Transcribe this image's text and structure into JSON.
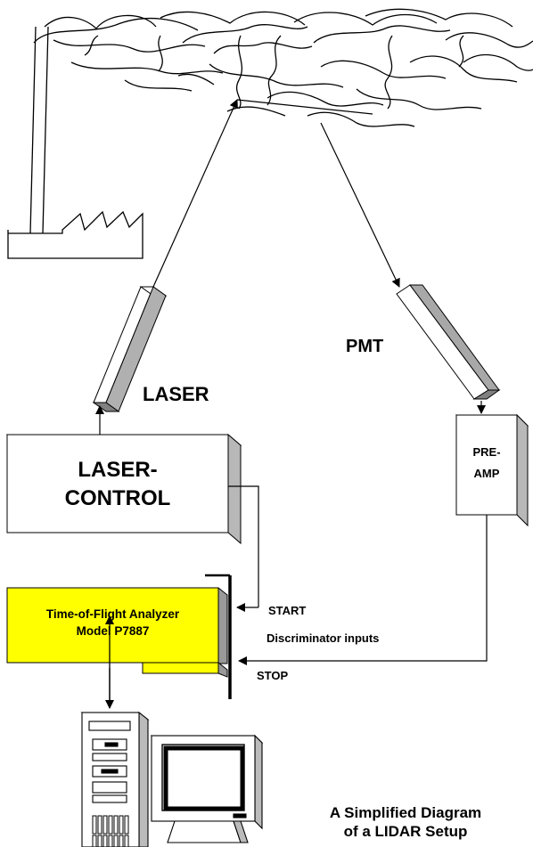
{
  "labels": {
    "laser": "LASER",
    "pmt": "PMT",
    "laser_control": [
      "LASER-",
      "CONTROL"
    ],
    "preamp": [
      "PRE-",
      "AMP"
    ],
    "analyzer": [
      "Time-of-Flight Analyzer",
      "Model P7887"
    ],
    "start": "START",
    "discriminator": "Discriminator inputs",
    "stop": "STOP",
    "caption": [
      "A Simplified Diagram",
      "of a LIDAR Setup"
    ]
  },
  "colors": {
    "analyzer_board": "#ffff00",
    "box_face": "#ffffff",
    "box_side": "#c0c0c0",
    "line": "#000000"
  }
}
